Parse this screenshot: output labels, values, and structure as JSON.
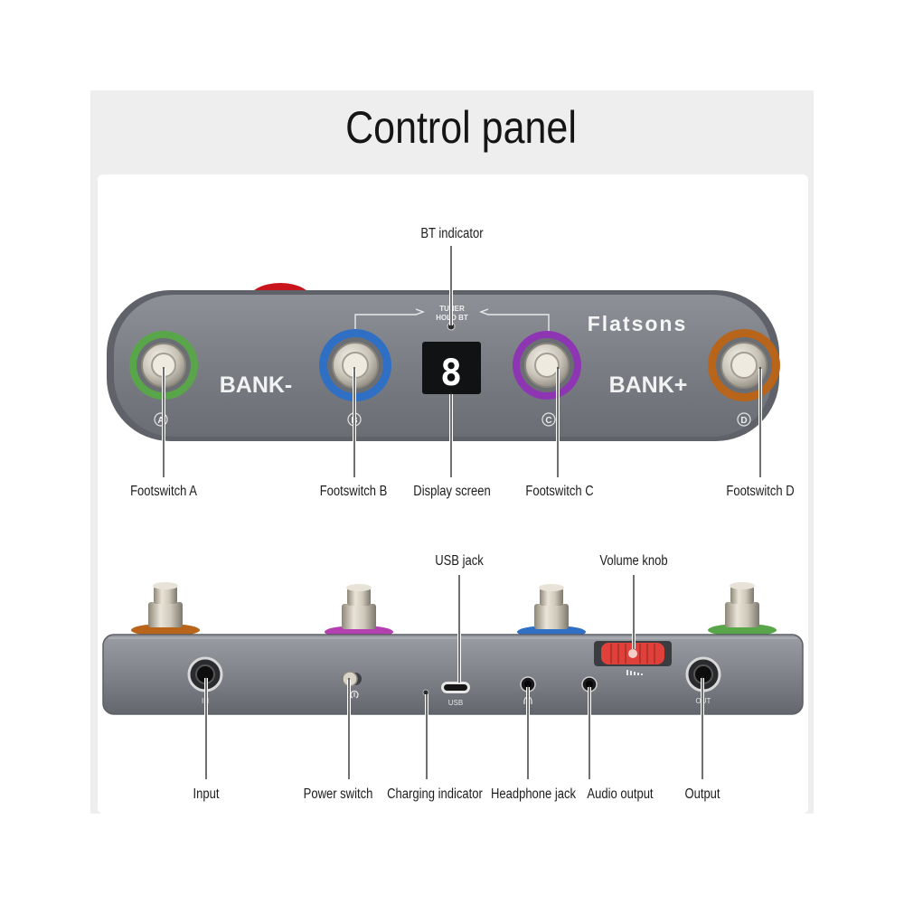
{
  "title": "Control panel",
  "brand": {
    "name": "Flatsons"
  },
  "top_panel": {
    "bank_minus": "BANK-",
    "bank_plus": "BANK+",
    "tuner_text_1": "TUNER",
    "tuner_text_2": "HOLD BT",
    "display_digit": "8",
    "switch_letters": [
      "A",
      "B",
      "C",
      "D"
    ],
    "ring_colors": [
      "#59a64a",
      "#2f6fc4",
      "#8e35b3",
      "#b8651b"
    ]
  },
  "top_labels": {
    "bt_indicator": "BT indicator",
    "footswitch_a": "Footswitch A",
    "footswitch_b": "Footswitch B",
    "display_screen": "Display screen",
    "footswitch_c": "Footswitch C",
    "footswitch_d": "Footswitch D"
  },
  "bottom_panel": {
    "input_mark": "IN",
    "usb_mark": "USB",
    "output_mark": "OUT",
    "knob_color": "#e0403a",
    "ring_colors": [
      "#b8651b",
      "#b33fb0",
      "#2f6fc4",
      "#59a64a"
    ]
  },
  "bottom_labels": {
    "usb_jack": "USB jack",
    "volume_knob": "Volume knob",
    "input": "Input",
    "power_switch": "Power switch",
    "charging_indicator": "Charging indicator",
    "headphone_jack": "Headphone jack",
    "audio_output": "Audio output",
    "output": "Output"
  }
}
